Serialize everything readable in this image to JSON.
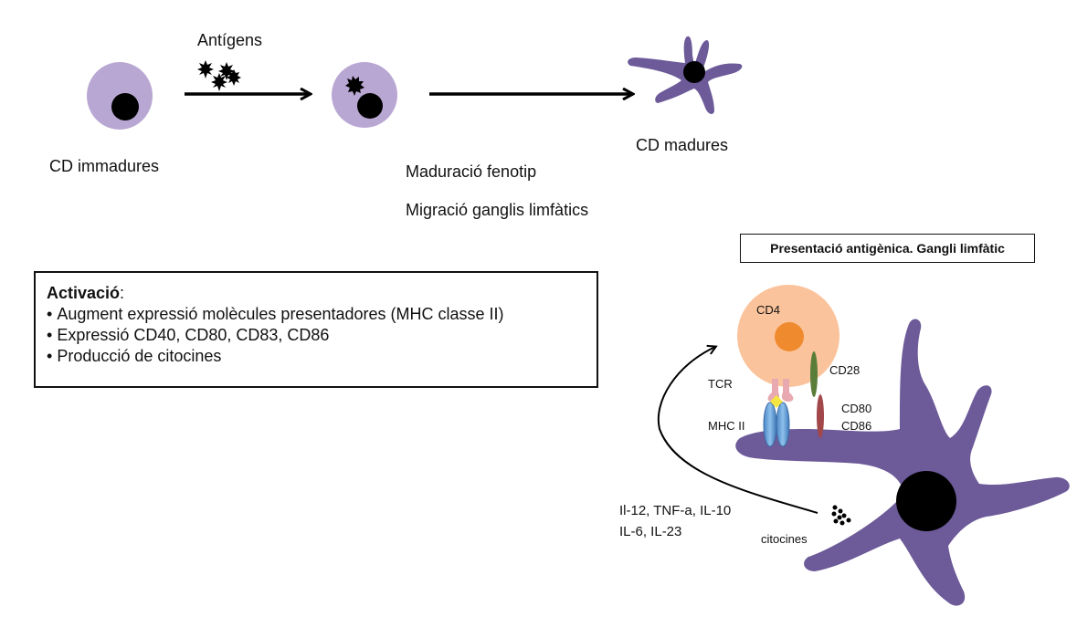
{
  "colors": {
    "cell_purple": "#b9a7d3",
    "dendritic_purple": "#6c5a99",
    "nucleus": "#000000",
    "tcell_body": "#fbc39b",
    "tcell_nucleus": "#ef8a2e",
    "tcr": "#e8a9b0",
    "mhc": "#5b9bd5",
    "antigen_peptide": "#f4e542",
    "cd28": "#5b7d3a",
    "cd80_86": "#a2474a"
  },
  "top_flow": {
    "immature_label": "CD immadures",
    "antigens_label": "Antígens",
    "mature_label": "CD madures",
    "maturation_steps": [
      "Maduració fenotip",
      "Migració ganglis limfàtics"
    ]
  },
  "activation": {
    "title": "Activació",
    "title_suffix": ":",
    "items": [
      "Augment expressió molècules presentadores (MHC classe II)",
      "Expressió CD40, CD80, CD83, CD86",
      "Producció de citocines"
    ]
  },
  "lymph_node": {
    "title": "Presentació antigènica. Gangli limfàtic",
    "labels": {
      "cd4": "CD4",
      "tcr": "TCR",
      "cd28": "CD28",
      "mhc": "MHC II",
      "cd80": "CD80",
      "cd86": "CD86",
      "citocines": "citocines"
    },
    "cytokines": [
      "Il-12, TNF-a, IL-10",
      "IL-6, IL-23"
    ]
  }
}
